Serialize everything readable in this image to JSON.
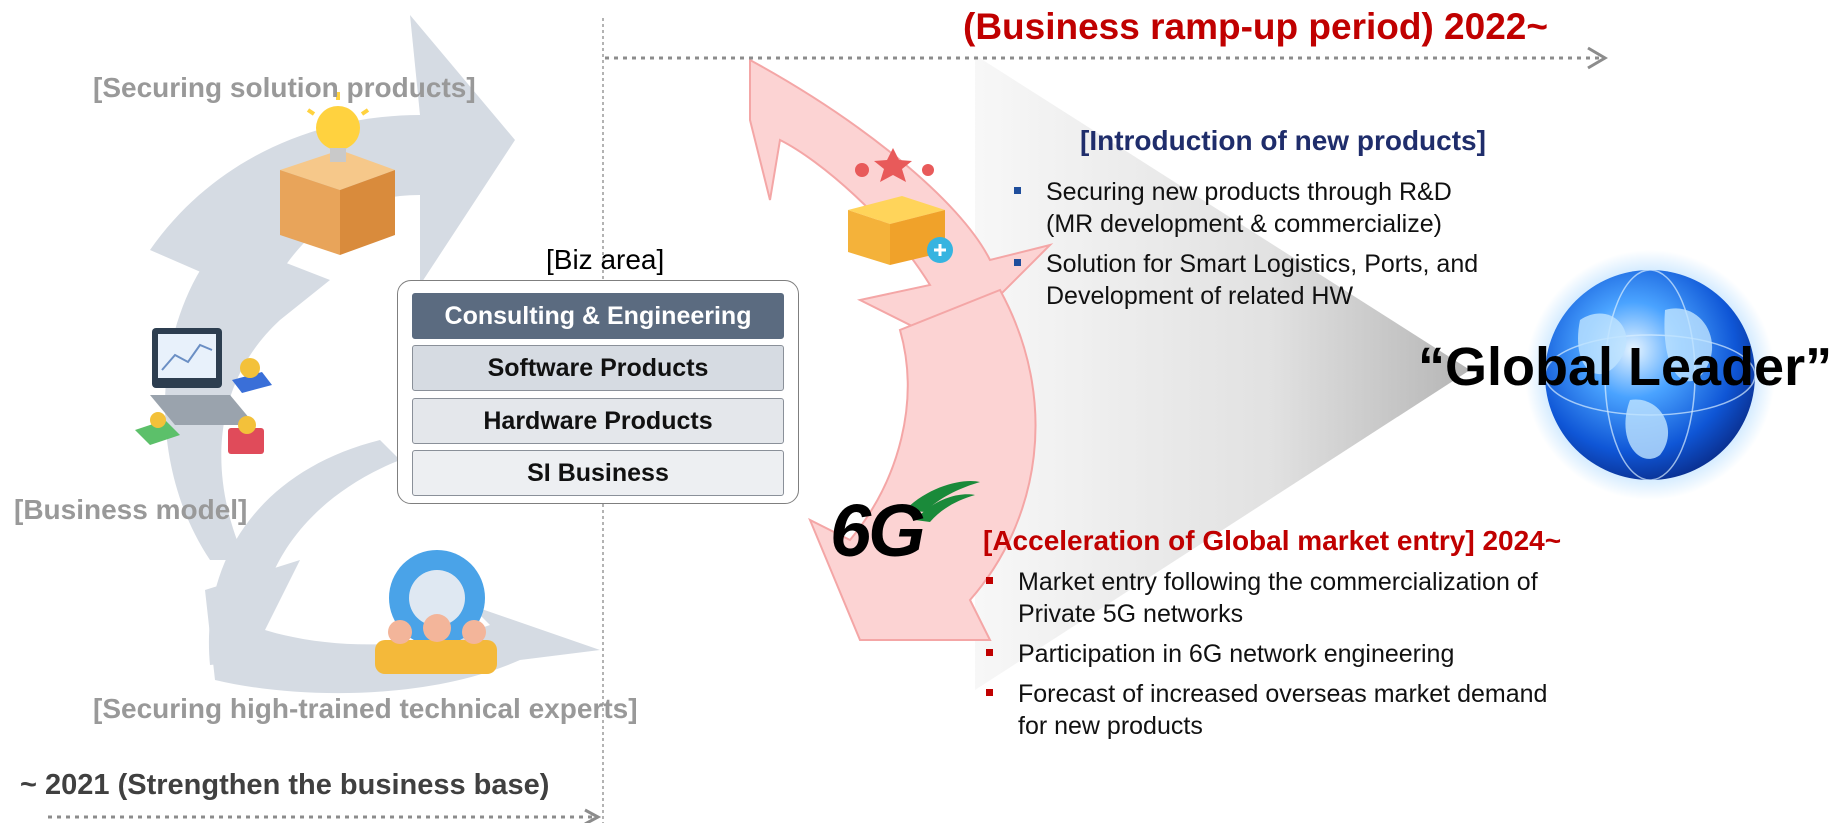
{
  "phase_left": "~ 2021 (Strengthen the business base)",
  "phase_right": "(Business ramp-up period) 2022~",
  "cycle_labels": {
    "solution": "[Securing solution products]",
    "business_model": "[Business model]",
    "experts": "[Securing high-trained technical experts]"
  },
  "biz_area": {
    "title": "[Biz area]",
    "items": [
      "Consulting & Engineering",
      "Software Products",
      "Hardware Products",
      "SI Business"
    ]
  },
  "new_products": {
    "title": "[Introduction of new products]",
    "bullets": [
      [
        "Securing new products through R&D",
        "(MR development & commercialize)"
      ],
      [
        "Solution for Smart Logistics, Ports, and",
        "Development of related HW"
      ]
    ]
  },
  "global_entry": {
    "title": "[Acceleration of Global market entry] 2024~",
    "bullets": [
      [
        "Market entry following the commercialization of",
        "Private 5G networks"
      ],
      [
        " Participation in 6G network engineering"
      ],
      [
        " Forecast of increased overseas market demand",
        "for new products"
      ]
    ]
  },
  "badge_6g": "6G",
  "goal": "“Global Leader”",
  "colors": {
    "gray_arrow": "#d5dbe3",
    "pink_arrow": "#fcd3d3",
    "pink_stroke": "#f4a6a6",
    "red": "#c00000",
    "navy": "#1f2d6b",
    "bullet_blue": "#1f4e9c",
    "biz_header": "#5b6b80",
    "globe": "#1f6fe0"
  },
  "icons": [
    "lightbulb-box-icon",
    "computer-coins-icon",
    "gear-team-icon",
    "gift-box-icon",
    "globe-icon"
  ]
}
